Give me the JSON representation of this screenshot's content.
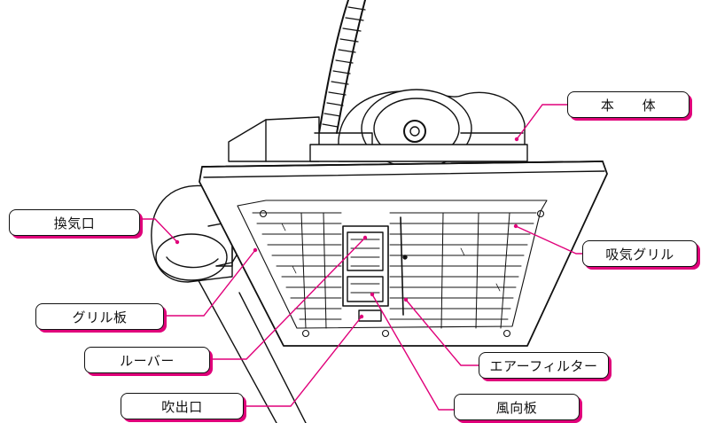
{
  "labels": {
    "hontai": "本 体",
    "kankiguchi": "換気口",
    "kyuki_grille": "吸気グリル",
    "grille_ita": "グリル板",
    "louver": "ルーバー",
    "air_filter": "エアーフィルター",
    "fukidashi_guchi": "吹出口",
    "fukouban": "風向板"
  },
  "colors": {
    "leader_line": "#e0007a",
    "label_shadow": "#e0007a",
    "drawing_line": "#111111"
  }
}
